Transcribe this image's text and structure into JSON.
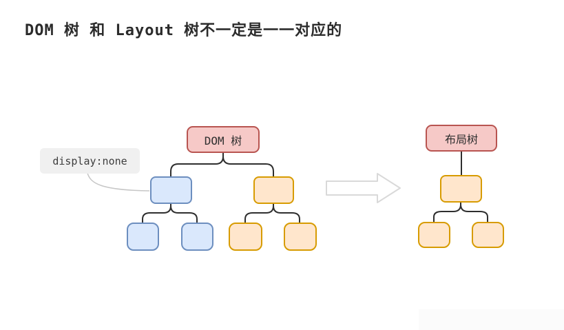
{
  "title": "DOM 树 和 Layout 树不一定是一一对应的",
  "diagram": {
    "dom_tree": {
      "root_label": "DOM 树"
    },
    "layout_tree": {
      "root_label": "布局树"
    },
    "annotation": {
      "label": "display:none"
    }
  },
  "colors": {
    "title-color": "#2b2b2b",
    "pink-fill": "#f6c9c7",
    "pink-stroke": "#b85450",
    "blue-fill": "#dae8fc",
    "blue-stroke": "#6c8ebf",
    "orange-fill": "#ffe6cc",
    "orange-stroke": "#d79b00",
    "connector": "#2e2e2e",
    "annotation-bg": "#f0f0f0",
    "annotation-line": "#c6c6c6",
    "arrow-stroke": "#d9d9d9"
  }
}
